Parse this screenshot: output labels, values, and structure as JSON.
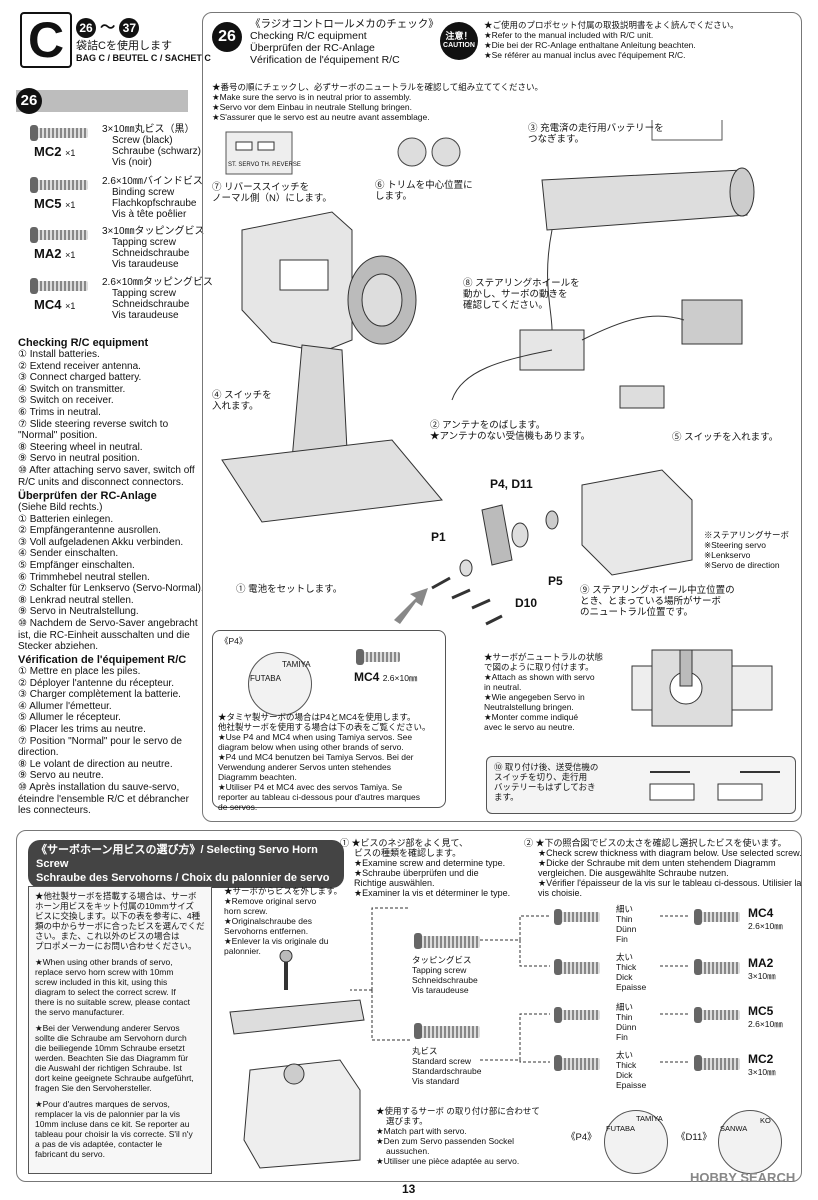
{
  "header": {
    "bag_letter": "C",
    "range_start": "26",
    "range_sep": "〜",
    "range_end": "37",
    "bag_jp": "袋詰Cを使用します",
    "bag_multi": "BAG C / BEUTEL C / SACHET C"
  },
  "left_step": "26",
  "parts": [
    {
      "jp": "3×10㎜丸ビス（黒）",
      "en": "Screw (black)",
      "de": "Schraube (schwarz)",
      "fr": "Vis (noir)",
      "code": "MC2",
      "qty": "×1"
    },
    {
      "jp": "2.6×10㎜バインドビス",
      "en": "Binding screw",
      "de": "Flachkopfschraube",
      "fr": "Vis à tête poêlier",
      "code": "MC5",
      "qty": "×1"
    },
    {
      "jp": "3×10㎜タッピングビス",
      "en": "Tapping screw",
      "de": "Schneidschraube",
      "fr": "Vis taraudeuse",
      "code": "MA2",
      "qty": "×1"
    },
    {
      "jp": "2.6×10㎜タッピングビス",
      "en": "Tapping screw",
      "de": "Schneidschraube",
      "fr": "Vis taraudeuse",
      "code": "MC4",
      "qty": "×1"
    }
  ],
  "checking_en": {
    "title": "Checking R/C equipment",
    "lines": [
      "① Install batteries.",
      "② Extend receiver antenna.",
      "③ Connect charged battery.",
      "④ Switch on transmitter.",
      "⑤ Switch on receiver.",
      "⑥ Trims in neutral.",
      "⑦ Slide steering reverse switch to",
      "\"Normal\" position.",
      "⑧ Steering wheel in neutral.",
      "⑨ Servo in neutral position.",
      "⑩ After attaching servo saver, switch off",
      "R/C units and disconnect connectors."
    ]
  },
  "checking_de": {
    "title": "Überprüfen der RC-Anlage",
    "lines": [
      "(Siehe Bild rechts.)",
      "① Batterien einlegen.",
      "② Empfängerantenne ausrollen.",
      "③ Voll aufgeladenen Akku verbinden.",
      "④ Sender einschalten.",
      "⑤ Empfänger einschalten.",
      "⑥ Trimmhebel neutral stellen.",
      "⑦ Schalter für Lenkservo (Servo-Normal).",
      "⑧ Lenkrad neutral stellen.",
      "⑨ Servo in Neutralstellung.",
      "⑩ Nachdem de Servo-Saver angebracht",
      "ist, die RC-Einheit ausschalten und die",
      "Stecker abziehen."
    ]
  },
  "checking_fr": {
    "title": "Vérification de l'équipement R/C",
    "lines": [
      "① Mettre en place les piles.",
      "② Déployer l'antenne du récepteur.",
      "③ Charger complètement la batterie.",
      "④ Allumer l'émetteur.",
      "⑤ Allumer le récepteur.",
      "⑥ Placer les trims au neutre.",
      "⑦ Position \"Normal\" pour le servo de",
      "direction.",
      "⑧ Le volant de direction au neutre.",
      "⑨ Servo au neutre.",
      "⑩ Après installation du sauve-servo,",
      "éteindre l'ensemble R/C et débrancher",
      "les connecteurs."
    ]
  },
  "step26": {
    "num": "26",
    "jp": "《ラジオコントロールメカのチェック》",
    "en": "Checking R/C equipment",
    "de": "Überprüfen der RC-Anlage",
    "fr": "Vérification de l'équipement R/C",
    "caution_jp": "注意！",
    "caution_en": "CAUTION",
    "caution_lines": [
      "★ご使用のプロポセット付属の取扱説明書をよく読んでください。",
      "★Refer to the manual included with R/C unit.",
      "★Die bei der RC-Anlage enthaltane Anleitung beachten.",
      "★Se référer au manual inclus avec l'équipement R/C."
    ],
    "intro_lines": [
      "★番号の順にチェックし、必ずサーボのニュートラルを確認して組み立ててください。",
      "★Make sure the servo is in neutral prior to assembly.",
      "★Servo vor dem Einbau in neutrale Stellung bringen.",
      "★S'assurer que le servo est au neutre avant assemblage."
    ]
  },
  "callouts": {
    "c7": [
      "⑦ リバーススイッチを",
      "ノーマル側（N）にします。"
    ],
    "c6": [
      "⑥ トリムを中心位置に",
      "します。"
    ],
    "c3": [
      "③ 充電済の走行用バッテリーを",
      "つなぎます。"
    ],
    "c8": [
      "⑧ ステアリングホイールを",
      "動かし、サーボの動きを",
      "確認してください。"
    ],
    "c4": [
      "④ スイッチを",
      "入れます。"
    ],
    "c2": [
      "② アンテナをのばします。",
      "★アンテナのない受信機もあります。"
    ],
    "c5": "⑤ スイッチを入れます。",
    "c1": "① 電池をセットします。",
    "c9": [
      "⑨ ステアリングホイール中立位置の",
      "とき、とまっている場所がサーボ",
      "のニュートラル位置です。"
    ],
    "servo_label": [
      "※ステアリングサーボ",
      "※Steering servo",
      "※Lenkservo",
      "※Servo de direction"
    ],
    "p4d11": "P4, D11",
    "p1": "P1",
    "p5": "P5",
    "d10": "D10",
    "switch_labels": [
      "ST.",
      "SERVO",
      "TH.",
      "REVERSE"
    ]
  },
  "tamiya_box": {
    "p4_label": "《P4》",
    "futaba": "FUTABA",
    "tamiya": "TAMIYA",
    "mc4": "MC4",
    "mc4_size": "2.6×10㎜",
    "lines": [
      "★タミヤ製サーボの場合はP4とMC4を使用します。",
      "他社製サーボを使用する場合は下の表をご覧ください。",
      "★Use P4 and MC4 when using Tamiya servos. See",
      "diagram below when using other brands of servo.",
      "★P4 und MC4 benutzen bei Tamiya Servos. Bei der",
      "Verwendung anderer Servos unten stehendes",
      "Diagramm beachten.",
      "★Utiliser P4 et MC4 avec des servos Tamiya. Se",
      "reporter au tableau ci-dessous pour d'autres marques",
      "de servos."
    ]
  },
  "neutral_note": [
    "★サーボがニュートラルの状態",
    "で図のように取り付けます。",
    "★Attach as shown with servo",
    "in neutral.",
    "★Wie angegeben Servo in",
    "Neutralstellung bringen.",
    "★Monter comme indiqué",
    "avec le servo au neutre."
  ],
  "note10": [
    "⑩ 取り付け後、送受信機の",
    "スイッチを切り、走行用",
    "バッテリーもはずしておき",
    "ます。"
  ],
  "horn": {
    "title1": "《サーボホーン用ビスの選び方》/ Selecting Servo Horn Screw",
    "title2": "Schraube des Servohorns / Choix du palonnier de servo",
    "left_lines": [
      "★他社製サーボを搭載する場合は、サーボ",
      "ホーン用ビスをキット付属の10mmサイズ",
      "ビスに交換します。以下の表を参考に、4種",
      "類の中からサーボに合ったビスを選んでくだ",
      "さい。また、これ以外のビスの場合は",
      "プロポメーカーにお問い合わせください。",
      "",
      "★When using other brands of servo,",
      "replace servo horn screw with 10mm",
      "screw included in this kit, using this",
      "diagram to select the correct screw. If",
      "there is no suitable screw, please contact",
      "the servo manufacturer.",
      "",
      "★Bei der Verwendung anderer Servos",
      "sollte die Schraube am Servohorn durch",
      "die beiliegende 10mm Schraube ersetzt",
      "werden. Beachten Sie das Diagramm für",
      "die Auswahl der richtigen Schraube. Ist",
      "dort keine geeignete Schraube aufgeführt,",
      "fragen Sie den Servohersteller.",
      "",
      "★Pour d'autres marques de servos,",
      "remplacer la vis de palonnier par la vis",
      "10mm incluse dans ce kit. Se reporter au",
      "tableau pour choisir la vis correcte. S'il n'y",
      "a pas de vis adaptée, contacter le",
      "fabricant du servo."
    ],
    "remove_lines": [
      "★サーボからビスを外します。",
      "★Remove original servo",
      "horn screw.",
      "★Originalschraube des",
      "Servohorns entfernen.",
      "★Enlever la vis originale du",
      "palonnier."
    ],
    "s1_lines": [
      "① ★ビスのネジ部をよく見て、",
      "ビスの種類を確認します。",
      "★Examine screw and determine type.",
      "★Schraube überprüfen und die",
      "Richtige auswählen.",
      "★Examiner la vis et déterminer le type."
    ],
    "s2_lines": [
      "② ★下の照合図でビスの太さを確認し選択したビスを使います。",
      "★Check screw thickness with diagram below. Use selected screw.",
      "★Dicke der Schraube mit dem unten stehendem Diagramm",
      "vergleichen. Die ausgewählte Schraube nutzen.",
      "★Vérifier l'épaisseur de la vis sur le tableau ci-dessous. Utilisier la",
      "vis choisie."
    ],
    "tapping": [
      "タッピングビス",
      "Tapping screw",
      "Schneidschraube",
      "Vis taraudeuse"
    ],
    "standard": [
      "丸ビス",
      "Standard screw",
      "Standardschraube",
      "Vis standard"
    ],
    "thin": [
      "細い",
      "Thin",
      "Dünn",
      "Fin"
    ],
    "thick": [
      "太い",
      "Thick",
      "Dick",
      "Epaisse"
    ],
    "results": [
      {
        "code": "MC4",
        "size": "2.6×10㎜"
      },
      {
        "code": "MA2",
        "size": "3×10㎜"
      },
      {
        "code": "MC5",
        "size": "2.6×10㎜"
      },
      {
        "code": "MC2",
        "size": "3×10㎜"
      }
    ],
    "match_lines": [
      "★使用するサーボ の取り付け部に合わせて",
      "選びます。",
      "★Match part with servo.",
      "★Den zum Servo passenden Sockel",
      "aussuchen.",
      "★Utiliser une pièce adaptée au servo."
    ],
    "p4": "《P4》",
    "d11": "《D11》",
    "futaba": "FUTABA",
    "tamiya": "TAMIYA",
    "sanwa": "SANWA",
    "ko": "KO"
  },
  "page_number": "13",
  "watermark": "HOBBY SEARCH"
}
